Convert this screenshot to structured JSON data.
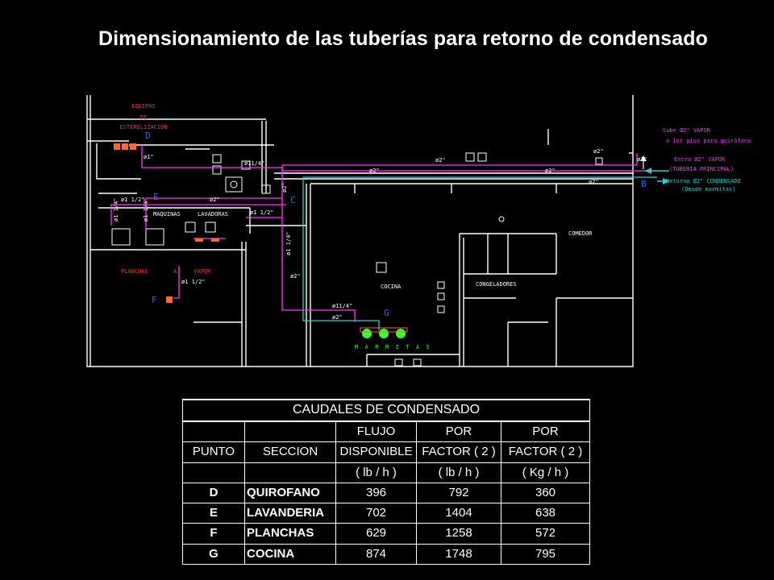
{
  "title": "Dimensionamiento de las tuberías para  retorno de condensado",
  "colors": {
    "wall": "#ffffff",
    "vapor": "#ff33ff",
    "condensate": "#33cccc",
    "label_red": "#ff3333",
    "point_label": "#3366ff",
    "marmitas": "#33ff33"
  },
  "plan": {
    "equipos": [
      "EQUIPOS",
      "DE",
      "ESTERILIZACION"
    ],
    "maquinas": "MAQUINAS",
    "lavadoras": "LAVADORAS",
    "planchas": "PLANCHAS",
    "a_vapor": "A     VAPOR",
    "cocina": "COCINA",
    "congeladores": "CONGELADORES",
    "comedor": "COMEDOR",
    "marmitas": "M  A  R  M  I  T  A  S",
    "points": {
      "D": "D",
      "E": "E",
      "F": "F",
      "G": "G",
      "C": "C",
      "B": "B"
    },
    "note_sube": "Sube  Ø2\" VAPOR",
    "note_sube2": "a 1er piso para  quirófano",
    "note_entra": "Entra  Ø2\" VAPOR",
    "note_entra2": "(TUBERIA  PRINCIPAL)",
    "note_retorno": "Retorno  Ø2\" CONDENSADO",
    "note_retorno2": "(Desde  marmitas)",
    "pipe_labels": {
      "p1": "ø1\"",
      "p2": "ø11/4\"",
      "p3": "ø2\"",
      "p4": "ø2\"",
      "p5": "ø2\"",
      "p6": "ø2\"",
      "p7": "ø1 1/2\"",
      "p8": "ø2\"",
      "p9": "ø1 1/2\"",
      "p10": "ø1 1/4\"",
      "p11": "ø1 1/4\"",
      "p12": "ø2\"",
      "p13": "ø1 1/4\"",
      "p14": "ø2\"",
      "p15": "ø1 1/2\"",
      "p16": "ø11/4\"",
      "p17": "ø2\"",
      "p18": "ø2\"",
      "p19": "ø2\""
    }
  },
  "table": {
    "caption": "CAUDALES  DE  CONDENSADO",
    "head1": [
      "",
      "",
      "FLUJO",
      "POR",
      "POR"
    ],
    "head2": [
      "PUNTO",
      "SECCION",
      "DISPONIBLE",
      "FACTOR ( 2 )",
      "FACTOR ( 2 )"
    ],
    "head3": [
      "",
      "",
      "( lb / h )",
      "( lb / h )",
      "( Kg / h )"
    ],
    "rows": [
      [
        "D",
        "QUIROFANO",
        "396",
        "792",
        "360"
      ],
      [
        "E",
        "LAVANDERIA",
        "702",
        "1404",
        "638"
      ],
      [
        "F",
        "PLANCHAS",
        "629",
        "1258",
        "572"
      ],
      [
        "G",
        "COCINA",
        "874",
        "1748",
        "795"
      ]
    ]
  }
}
